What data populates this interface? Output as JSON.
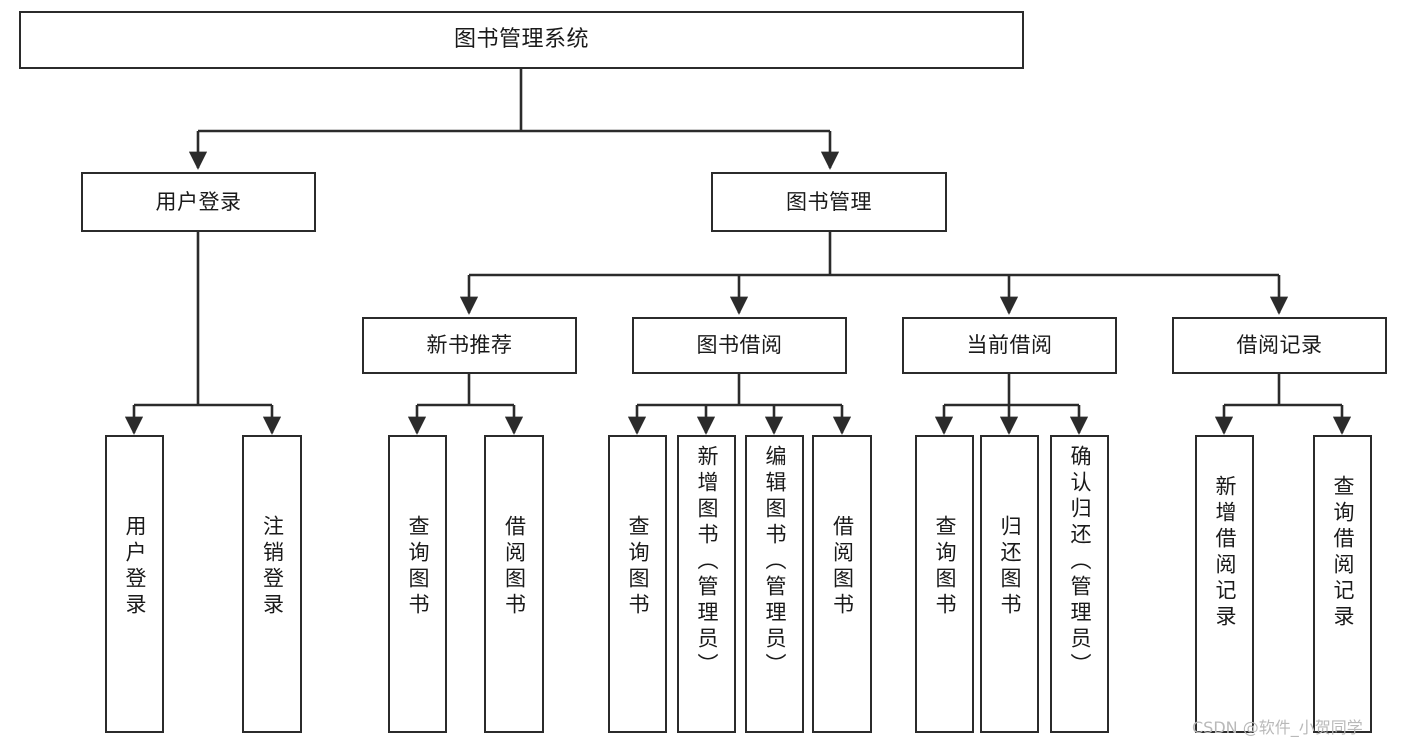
{
  "diagram": {
    "type": "tree-hierarchy",
    "title": "图书管理系统",
    "watermark": "CSDN @软件_小贺同学",
    "colors": {
      "box_border": "#2b2b2b",
      "box_fill": "#ffffff",
      "connector": "#2b2b2b",
      "text": "#1a1a1a",
      "watermark": "#b9b9b9",
      "background": "#ffffff"
    },
    "levels": {
      "root": "图书管理系统",
      "level2": [
        "用户登录",
        "图书管理"
      ],
      "level3": [
        "新书推荐",
        "图书借阅",
        "当前借阅",
        "借阅记录"
      ]
    },
    "nodes": {
      "root": {
        "label": "图书管理系统"
      },
      "user_login": {
        "label": "用户登录"
      },
      "book_manage": {
        "label": "图书管理"
      },
      "new_book_rec": {
        "label": "新书推荐"
      },
      "book_borrow": {
        "label": "图书借阅"
      },
      "current_borrow": {
        "label": "当前借阅"
      },
      "borrow_record": {
        "label": "借阅记录"
      },
      "leaf_user_login": {
        "label": "用户登录"
      },
      "leaf_logout": {
        "label": "注销登录"
      },
      "leaf_query_book_1": {
        "label": "查询图书"
      },
      "leaf_borrow_book_1": {
        "label": "借阅图书"
      },
      "leaf_query_book_2": {
        "label": "查询图书"
      },
      "leaf_add_book": {
        "label": "新增图书（管理员）"
      },
      "leaf_edit_book": {
        "label": "编辑图书（管理员）"
      },
      "leaf_borrow_book_2": {
        "label": "借阅图书"
      },
      "leaf_query_book_3": {
        "label": "查询图书"
      },
      "leaf_return_book": {
        "label": "归还图书"
      },
      "leaf_confirm_return": {
        "label": "确认归还（管理员）"
      },
      "leaf_add_record": {
        "label": "新增借阅记录"
      },
      "leaf_query_record": {
        "label": "查询借阅记录"
      }
    },
    "edges": [
      {
        "from": "root",
        "to": "user_login"
      },
      {
        "from": "root",
        "to": "book_manage"
      },
      {
        "from": "user_login",
        "to": "leaf_user_login"
      },
      {
        "from": "user_login",
        "to": "leaf_logout"
      },
      {
        "from": "book_manage",
        "to": "new_book_rec"
      },
      {
        "from": "book_manage",
        "to": "book_borrow"
      },
      {
        "from": "book_manage",
        "to": "current_borrow"
      },
      {
        "from": "book_manage",
        "to": "borrow_record"
      },
      {
        "from": "new_book_rec",
        "to": "leaf_query_book_1"
      },
      {
        "from": "new_book_rec",
        "to": "leaf_borrow_book_1"
      },
      {
        "from": "book_borrow",
        "to": "leaf_query_book_2"
      },
      {
        "from": "book_borrow",
        "to": "leaf_add_book"
      },
      {
        "from": "book_borrow",
        "to": "leaf_edit_book"
      },
      {
        "from": "book_borrow",
        "to": "leaf_borrow_book_2"
      },
      {
        "from": "current_borrow",
        "to": "leaf_query_book_3"
      },
      {
        "from": "current_borrow",
        "to": "leaf_return_book"
      },
      {
        "from": "current_borrow",
        "to": "leaf_confirm_return"
      },
      {
        "from": "borrow_record",
        "to": "leaf_add_record"
      },
      {
        "from": "borrow_record",
        "to": "leaf_query_record"
      }
    ]
  }
}
